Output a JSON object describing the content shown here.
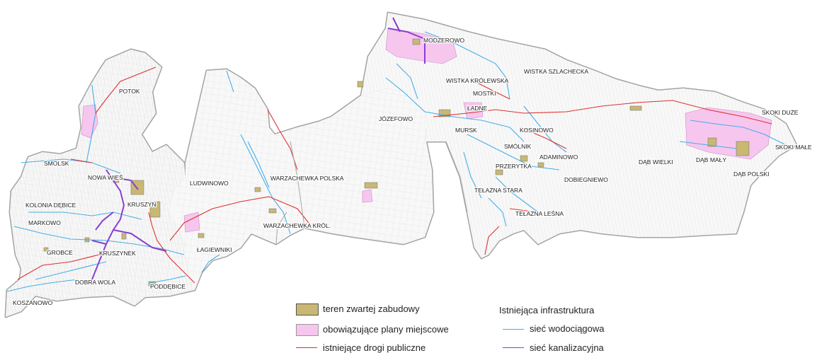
{
  "legend": {
    "items": [
      {
        "key": "zabudowa",
        "label": "teren zwartej zabudowy",
        "color": "#c9b774",
        "type": "area"
      },
      {
        "key": "plany",
        "label": "obowiązujące plany miejscowe",
        "color": "#f7c6ef",
        "type": "area"
      },
      {
        "key": "drogi",
        "label": "istniejące drogi publiczne",
        "color": "#e03030",
        "type": "line"
      }
    ],
    "infra_title": "Istniejąca infrastruktura",
    "infra_items": [
      {
        "key": "wod",
        "label": "sieć wodociągowa",
        "color": "#45aee8",
        "type": "line"
      },
      {
        "key": "kan",
        "label": "sieć kanalizacyjna",
        "color": "#8a3fd0",
        "type": "line"
      }
    ]
  },
  "places": [
    {
      "id": "potok",
      "label": "POTOK"
    },
    {
      "id": "smolsk",
      "label": "SMOLSK"
    },
    {
      "id": "nowa-wies",
      "label": "NOWA WIEŚ"
    },
    {
      "id": "kolonia-debice",
      "label": "KOLONIA DĘBICE"
    },
    {
      "id": "kruszyn",
      "label": "KRUSZYN"
    },
    {
      "id": "markowo",
      "label": "MARKOWO"
    },
    {
      "id": "grobce",
      "label": "GROBCE"
    },
    {
      "id": "kruszynek",
      "label": "KRUSZYNEK"
    },
    {
      "id": "dobra-wola",
      "label": "DOBRA WOLA"
    },
    {
      "id": "podebice",
      "label": "PODDĘBICE"
    },
    {
      "id": "koszanowo",
      "label": "KOSZANOWO"
    },
    {
      "id": "ludwinowo",
      "label": "LUDWINOWO"
    },
    {
      "id": "lagiewniki",
      "label": "ŁAGIEWNIKI"
    },
    {
      "id": "warzachewka-polska",
      "label": "WARZACHEWKA POLSKA"
    },
    {
      "id": "warzachewka-krol",
      "label": "WARZACHEWKA KRÓL."
    },
    {
      "id": "modzerowo",
      "label": "MODZEROWO"
    },
    {
      "id": "wistka-krolewska",
      "label": "WISTKA KRÓLEWSKA"
    },
    {
      "id": "wistka-szlachecka",
      "label": "WISTKA SZLACHECKA"
    },
    {
      "id": "mostki",
      "label": "MOSTKI"
    },
    {
      "id": "ladne",
      "label": "ŁADNE"
    },
    {
      "id": "jozefowo",
      "label": "JÓZEFOWO"
    },
    {
      "id": "mursk",
      "label": "MURSK"
    },
    {
      "id": "kosinowo",
      "label": "KOSINOWO"
    },
    {
      "id": "smolnik",
      "label": "SMÓLNIK"
    },
    {
      "id": "adaminowo",
      "label": "ADAMINOWO"
    },
    {
      "id": "przerytka",
      "label": "PRZERYTKA"
    },
    {
      "id": "telazna-stara",
      "label": "TEŁAŻNA STARA"
    },
    {
      "id": "telazna-lesna",
      "label": "TEŁAŻNA LEŚNA"
    },
    {
      "id": "dobiegniewo",
      "label": "DOBIEGNIEWO"
    },
    {
      "id": "dab-wielki",
      "label": "DĄB WIELKI"
    },
    {
      "id": "dab-maly",
      "label": "DĄB MAŁY"
    },
    {
      "id": "dab-polski",
      "label": "DĄB POLSKI"
    },
    {
      "id": "skoki-duze",
      "label": "SKOKI DUŻE"
    },
    {
      "id": "skoki-male",
      "label": "SKOKI MAŁE"
    }
  ]
}
